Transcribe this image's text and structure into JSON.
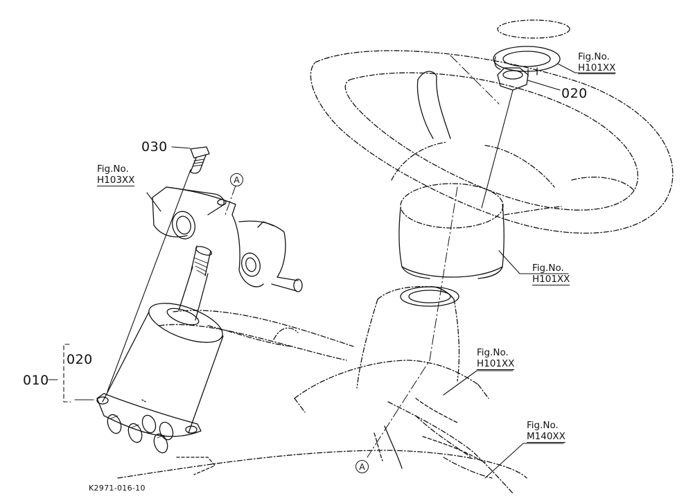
{
  "labels": {
    "part_020_top": "020",
    "part_030": "030",
    "part_010": "010",
    "part_020_left": "020",
    "fig_top_right": {
      "title": "Fig.No.",
      "ref": "H101XX"
    },
    "fig_bracket": {
      "title": "Fig.No.",
      "ref": "H103XX"
    },
    "fig_wheel_hub": {
      "title": "Fig.No.",
      "ref": "H101XX"
    },
    "fig_column": {
      "title": "Fig.No.",
      "ref": "H101XX"
    },
    "fig_bottom_right": {
      "title": "Fig.No.",
      "ref": "M140XX"
    },
    "marker_a_top": "A",
    "marker_a_bottom": "A",
    "drawing_code": "K2971-016-10"
  }
}
